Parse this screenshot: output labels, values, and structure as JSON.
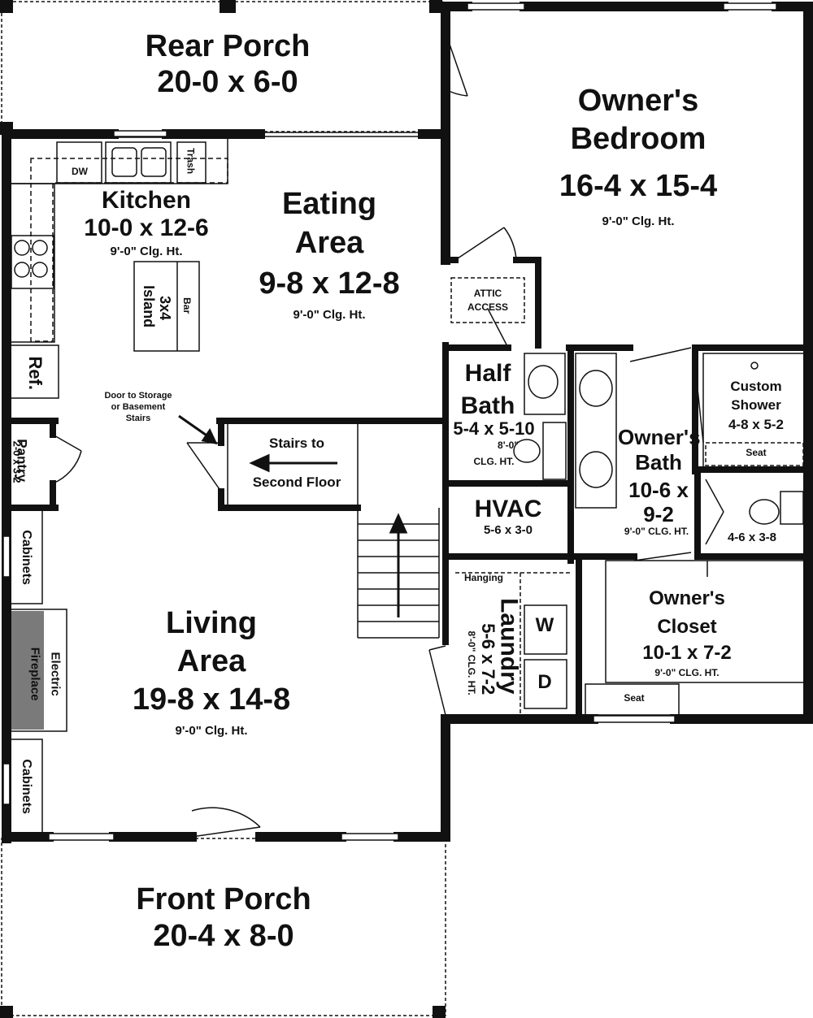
{
  "rooms": {
    "rear_porch": {
      "name": "Rear Porch",
      "size": "20-0 x 6-0"
    },
    "owners_bedroom": {
      "name1": "Owner's",
      "name2": "Bedroom",
      "size": "16-4 x 15-4",
      "ceiling": "9'-0\" Clg. Ht."
    },
    "kitchen": {
      "name": "Kitchen",
      "size": "10-0 x 12-6",
      "ceiling": "9'-0\" Clg. Ht."
    },
    "eating_area": {
      "name1": "Eating",
      "name2": "Area",
      "size": "9-8 x 12-8",
      "ceiling": "9'-0\" Clg. Ht."
    },
    "half_bath": {
      "name1": "Half",
      "name2": "Bath",
      "size": "5-4 x 5-10",
      "ceiling1": "8'-0\"",
      "ceiling2": "CLG. HT."
    },
    "owners_bath": {
      "name1": "Owner's",
      "name2": "Bath",
      "size1": "10-6 x",
      "size2": "9-2",
      "ceiling": "9'-0\" CLG. HT."
    },
    "custom_shower": {
      "name1": "Custom",
      "name2": "Shower",
      "size": "4-8 x 5-2",
      "seat": "Seat"
    },
    "toilet_room": {
      "size": "4-6 x 3-8"
    },
    "hvac": {
      "name": "HVAC",
      "size": "5-6 x 3-0"
    },
    "pantry": {
      "name": "Pantry",
      "size": "2-0 x 3-2"
    },
    "living_area": {
      "name1": "Living",
      "name2": "Area",
      "size": "19-8 x 14-8",
      "ceiling": "9'-0\" Clg. Ht."
    },
    "laundry": {
      "name": "Laundry",
      "size": "5-6 x 7-2",
      "ceiling": "8'-0\" CLG. HT.",
      "hanging": "Hanging",
      "washer": "W",
      "dryer": "D"
    },
    "owners_closet": {
      "name1": "Owner's",
      "name2": "Closet",
      "size": "10-1 x 7-2",
      "ceiling": "9'-0\" CLG. HT.",
      "seat": "Seat"
    },
    "front_porch": {
      "name": "Front Porch",
      "size": "20-4 x 8-0"
    }
  },
  "fixtures": {
    "dw": "DW",
    "trash": "Trash",
    "island1": "Island",
    "island2": "3x4",
    "bar": "Bar",
    "ref": "Ref.",
    "attic1": "ATTIC",
    "attic2": "ACCESS",
    "cabinets": "Cabinets",
    "fireplace1": "Electric",
    "fireplace2": "Fireplace"
  },
  "stairs": {
    "label1": "Stairs to",
    "label2": "Second Floor"
  },
  "notes": {
    "storage1": "Door to Storage",
    "storage2": "or Basement",
    "storage3": "Stairs"
  }
}
